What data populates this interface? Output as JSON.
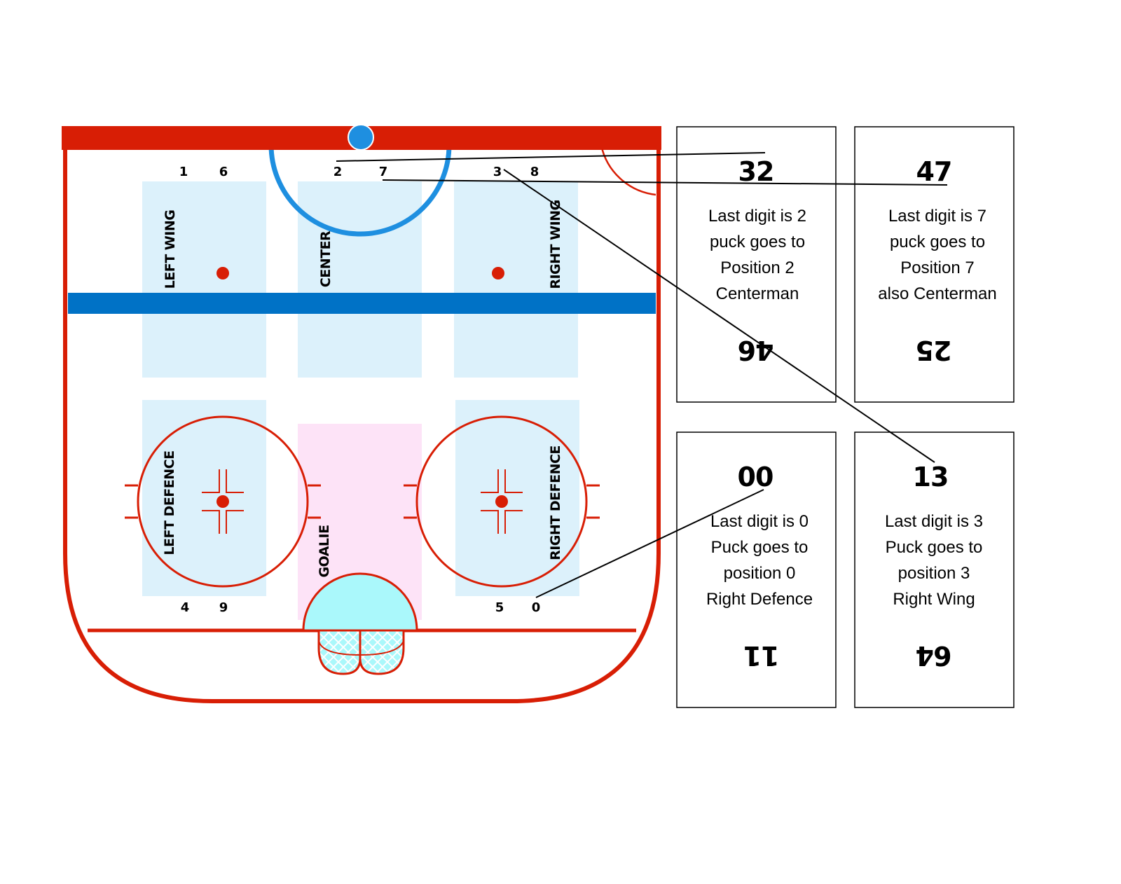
{
  "colors": {
    "rink_red": "#d81e05",
    "blue_line": "#0072c6",
    "crease_blue": "#1e8fe0",
    "zone_fill": "#dcf1fb",
    "goalie_fill": "#fde3f7",
    "crease_fill": "#aaf8fb"
  },
  "rink": {
    "zones": {
      "left_wing": "LEFT WING",
      "center": "CENTER",
      "right_wing": "RIGHT WING",
      "left_defence": "LEFT DEFENCE",
      "goalie": "GOALIE",
      "right_defence": "RIGHT DEFENCE"
    },
    "slots": {
      "lw_a": "1",
      "lw_b": "6",
      "c_a": "2",
      "c_b": "7",
      "rw_a": "3",
      "rw_b": "8",
      "ld_a": "4",
      "ld_b": "9",
      "rd_a": "5",
      "rd_b": "0"
    }
  },
  "cards": [
    {
      "top": "32",
      "bottom": "46",
      "lines": [
        "Last digit is 2",
        "puck goes to",
        "Position 2",
        "Centerman"
      ]
    },
    {
      "top": "47",
      "bottom": "25",
      "lines": [
        "Last digit is 7",
        "puck goes to",
        "Position 7",
        "also Centerman"
      ]
    },
    {
      "top": "00",
      "bottom": "11",
      "lines": [
        "Last digit is 0",
        "Puck goes to",
        "position 0",
        "Right Defence"
      ]
    },
    {
      "top": "13",
      "bottom": "64",
      "lines": [
        "Last digit is 3",
        "Puck goes to",
        "position 3",
        "Right Wing"
      ]
    }
  ]
}
